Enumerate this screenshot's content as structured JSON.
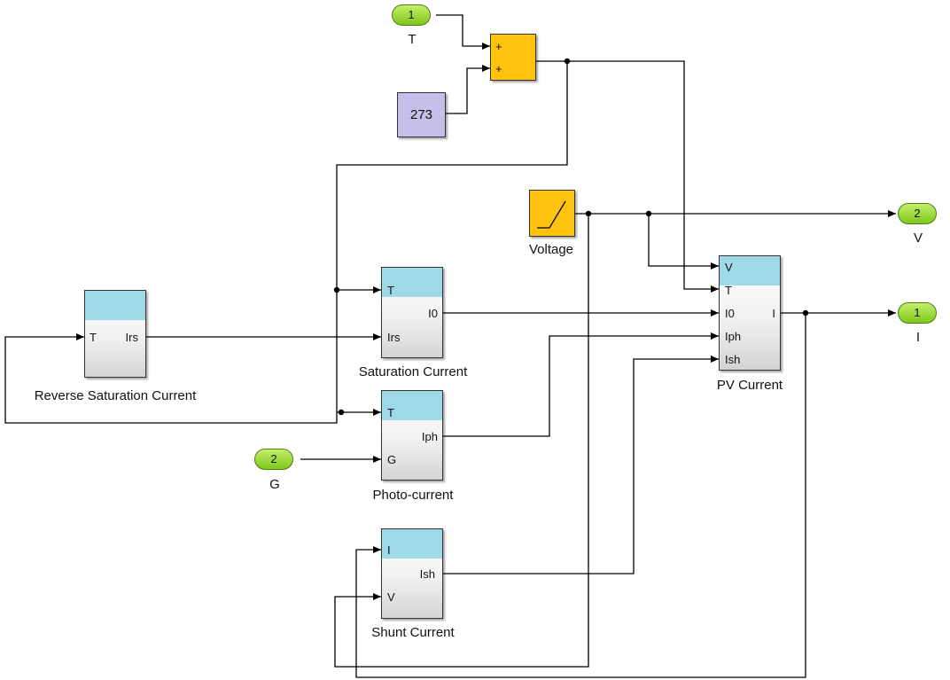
{
  "inports": [
    {
      "id": "in-T",
      "number": "1",
      "label": "T"
    },
    {
      "id": "in-G",
      "number": "2",
      "label": "G"
    }
  ],
  "outports": [
    {
      "id": "out-V",
      "number": "2",
      "label": "V"
    },
    {
      "id": "out-I",
      "number": "1",
      "label": "I"
    }
  ],
  "constant": {
    "value": "273"
  },
  "sum": {
    "signs": [
      "+",
      "+"
    ]
  },
  "ramp": {
    "label": "Voltage"
  },
  "blocks": {
    "reverse_saturation": {
      "name": "Reverse Saturation Current",
      "inputs": [
        "T"
      ],
      "outputs": [
        "Irs"
      ]
    },
    "saturation": {
      "name": "Saturation Current",
      "inputs": [
        "T",
        "Irs"
      ],
      "outputs": [
        "I0"
      ]
    },
    "photo": {
      "name": "Photo-current",
      "inputs": [
        "T",
        "G"
      ],
      "outputs": [
        "Iph"
      ]
    },
    "shunt": {
      "name": "Shunt Current",
      "inputs": [
        "I",
        "V"
      ],
      "outputs": [
        "Ish"
      ]
    },
    "pv": {
      "name": "PV Current",
      "inputs": [
        "V",
        "T",
        "I0",
        "Iph",
        "Ish"
      ],
      "outputs": [
        "I"
      ]
    }
  },
  "colors": {
    "port_fill": "#9ad33a",
    "sum_fill": "#ffc20e",
    "constant_fill": "#c6bde8",
    "ramp_fill": "#ffc20e",
    "subsystem_header": "#9ed9e7",
    "wire": "#000000"
  }
}
